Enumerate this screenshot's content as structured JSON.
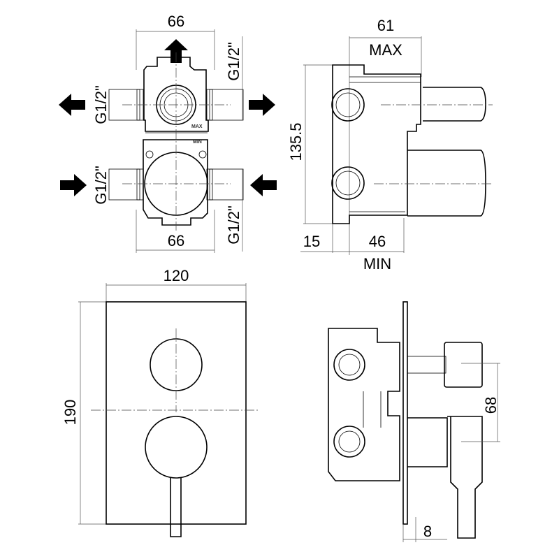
{
  "front_view_box": {
    "top_width": "66",
    "bottom_width": "66",
    "connections": {
      "upper_left": "G1/2\"",
      "upper_right": "G1/2\"",
      "lower_left": "G1/2\"",
      "lower_right": "G1/2\""
    },
    "body_marks": {
      "max": "MAX",
      "min": "MIN"
    }
  },
  "side_view_box": {
    "depth_max": "61",
    "depth_max_label": "MAX",
    "height": "135.5",
    "offset": "15",
    "depth_min": "46",
    "depth_min_label": "MIN"
  },
  "front_view_plate": {
    "width": "120",
    "height": "190"
  },
  "side_view_assembled": {
    "handle_spacing": "68",
    "plate_thickness": "8"
  }
}
